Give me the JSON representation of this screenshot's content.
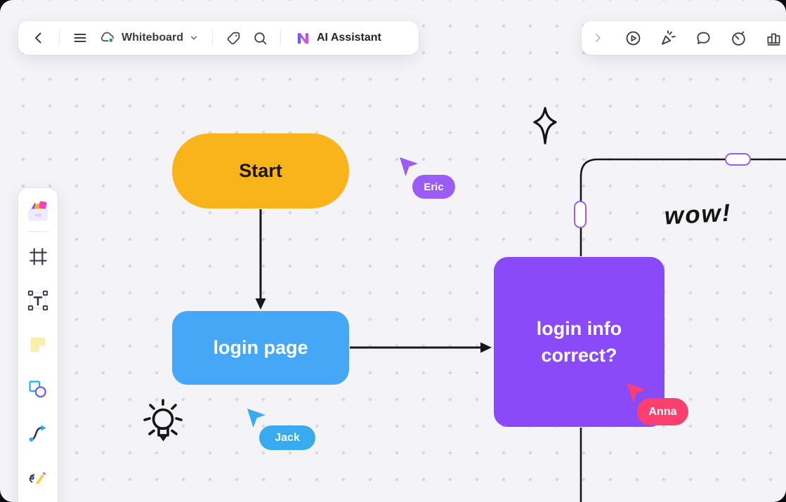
{
  "header": {
    "board_name": "Whiteboard",
    "ai_assistant_label": "AI Assistant",
    "left_icons": [
      "back",
      "menu",
      "cloud-sync",
      "chevron-down",
      "tag",
      "search",
      "ai-logo"
    ],
    "right_icons": [
      "expand",
      "play",
      "confetti",
      "comment",
      "timer",
      "chart"
    ]
  },
  "sidebar": {
    "tools": [
      "templates",
      "frame",
      "text",
      "sticky-note",
      "shapes",
      "connector",
      "pen"
    ]
  },
  "flowchart": {
    "nodes": [
      {
        "id": "start",
        "label": "Start",
        "shape": "pill",
        "fill": "#F9B41B",
        "text_color": "#18181B"
      },
      {
        "id": "login-page",
        "label": "login page",
        "shape": "rounded-rect",
        "fill": "#45A7F6",
        "text_color": "#FFFFFF"
      },
      {
        "id": "login-info",
        "label": "login info correct?",
        "shape": "rounded-rect",
        "fill": "#8B4AF7",
        "text_color": "#FFFFFF"
      }
    ],
    "connector_color": "#17171B",
    "handle_border_color": "#9C5BF0"
  },
  "collaborators": [
    {
      "name": "Eric",
      "color": "#9B5CF6"
    },
    {
      "name": "Jack",
      "color": "#38ABEF"
    },
    {
      "name": "Anna",
      "color": "#F9406E"
    }
  ],
  "annotations": {
    "wow_text": "wow!"
  },
  "canvas": {
    "background": "#F4F4F7",
    "dot_color": "#D8D8DF",
    "sync_dot_color": "#23A945"
  }
}
